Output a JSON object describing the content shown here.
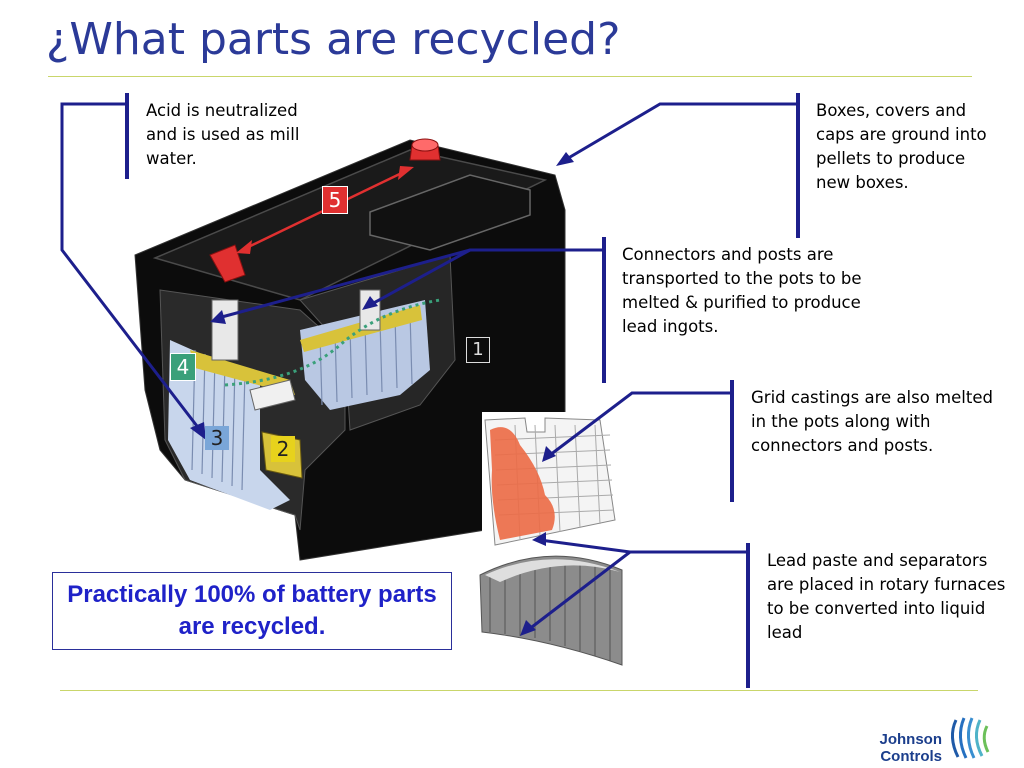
{
  "slide": {
    "title": "¿What parts are recycled?",
    "captions": {
      "acid": "Acid is neutralized and is used as mill water.",
      "boxes": "Boxes, covers and caps are ground into pellets to produce new boxes.",
      "connectors": "Connectors and posts are transported to the pots to be melted & purified to produce lead ingots.",
      "grid": "Grid castings are also melted in the pots along with connectors and posts.",
      "paste": "Lead paste and separators are placed in rotary furnaces to be converted into liquid lead"
    },
    "callout": "Practically 100% of battery parts are recycled.",
    "diagram_labels": {
      "l1": "1",
      "l2": "2",
      "l3": "3",
      "l4": "4",
      "l5": "5"
    },
    "logo": {
      "line1": "Johnson",
      "line2": "Controls"
    }
  },
  "colors": {
    "title": "#2b3a98",
    "accent_line": "#c9d66b",
    "arrow": "#1d1f8c",
    "callout_text": "#1f22c8",
    "label_red": "#e03030",
    "label_green": "#3aa07a",
    "label_yellow": "#e7d21c",
    "label_blue": "#7aa6d8"
  }
}
